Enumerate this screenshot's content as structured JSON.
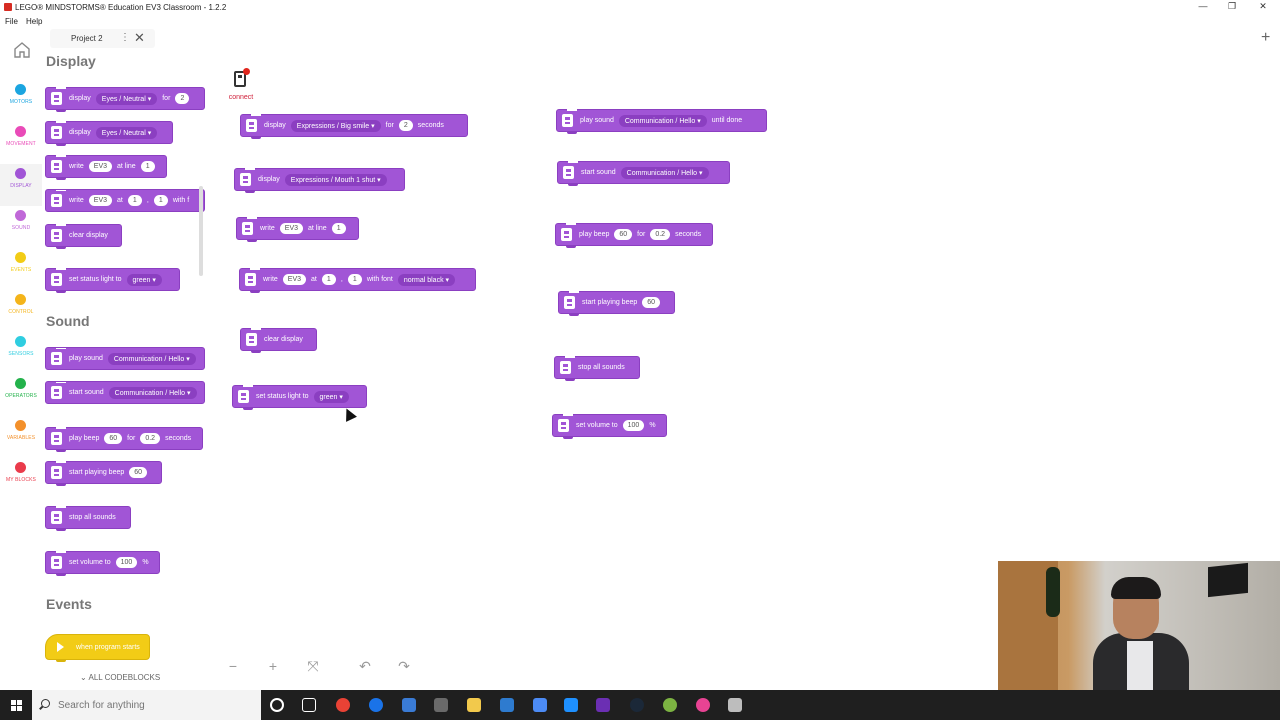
{
  "window": {
    "title": "LEGO® MINDSTORMS® Education EV3 Classroom - 1.2.2",
    "minimize": "—",
    "restore": "❐",
    "close": "✕"
  },
  "menu": {
    "file": "File",
    "help": "Help"
  },
  "tab": {
    "name": "Project 2",
    "dots": "⋮",
    "close": "✕",
    "add": "+"
  },
  "categories": [
    {
      "label": "MOTORS",
      "color": "#1ba5e0"
    },
    {
      "label": "MOVEMENT",
      "color": "#e94bb8"
    },
    {
      "label": "DISPLAY",
      "color": "#a155d6"
    },
    {
      "label": "SOUND",
      "color": "#c068d8"
    },
    {
      "label": "EVENTS",
      "color": "#f2cc16"
    },
    {
      "label": "CONTROL",
      "color": "#f4b41a"
    },
    {
      "label": "SENSORS",
      "color": "#2fcde0"
    },
    {
      "label": "OPERATORS",
      "color": "#23b24b"
    },
    {
      "label": "VARIABLES",
      "color": "#f3902b"
    },
    {
      "label": "MY BLOCKS",
      "color": "#ea3b4b"
    }
  ],
  "palette": {
    "display_title": "Display",
    "sound_title": "Sound",
    "events_title": "Events",
    "all_codeblocks": "ALL CODEBLOCKS",
    "blocks": {
      "display_for": {
        "t1": "display",
        "dd": "Eyes / Neutral",
        "t2": "for",
        "n": "2"
      },
      "display": {
        "t1": "display",
        "dd": "Eyes / Neutral"
      },
      "write_line": {
        "t1": "write",
        "n1": "EV3",
        "t2": "at line",
        "n2": "1"
      },
      "write_xy": {
        "t1": "write",
        "n1": "EV3",
        "t2": "at",
        "n2": "1",
        "t3": ",",
        "n3": "1",
        "t4": "with f"
      },
      "clear": {
        "t1": "clear display"
      },
      "status": {
        "t1": "set status light to",
        "dd": "green"
      },
      "play_sound": {
        "t1": "play sound",
        "dd": "Communication / Hello"
      },
      "start_sound": {
        "t1": "start sound",
        "dd": "Communication / Hello"
      },
      "play_beep": {
        "t1": "play beep",
        "n1": "60",
        "t2": "for",
        "n2": "0.2",
        "t3": "seconds"
      },
      "start_beep": {
        "t1": "start playing beep",
        "n1": "60"
      },
      "stop": {
        "t1": "stop all sounds"
      },
      "volume": {
        "t1": "set volume to",
        "n1": "100",
        "t2": "%"
      },
      "when_start": {
        "t1": "when program starts"
      }
    }
  },
  "canvas": {
    "connect_label": "connect",
    "blocks": {
      "display_for": {
        "t1": "display",
        "dd": "Expressions / Big smile",
        "t2": "for",
        "n": "2",
        "t3": "seconds"
      },
      "display": {
        "t1": "display",
        "dd": "Expressions / Mouth 1 shut"
      },
      "write_line": {
        "t1": "write",
        "n1": "EV3",
        "t2": "at line",
        "n2": "1"
      },
      "write_xy": {
        "t1": "write",
        "n1": "EV3",
        "t2": "at",
        "n2": "1",
        "t3": ",",
        "n3": "1",
        "t4": "with font",
        "dd": "normal black"
      },
      "clear": {
        "t1": "clear display"
      },
      "status": {
        "t1": "set status light to",
        "dd": "green"
      },
      "play_sound": {
        "t1": "play sound",
        "dd": "Communication / Hello",
        "t2": "until done"
      },
      "start_sound": {
        "t1": "start sound",
        "dd": "Communication / Hello"
      },
      "play_beep": {
        "t1": "play beep",
        "n1": "60",
        "t2": "for",
        "n2": "0.2",
        "t3": "seconds"
      },
      "start_beep": {
        "t1": "start playing beep",
        "n1": "60"
      },
      "stop": {
        "t1": "stop all sounds"
      },
      "volume": {
        "t1": "set volume to",
        "n1": "100",
        "t2": "%"
      }
    }
  },
  "toolbar": {
    "zoom_out": "−",
    "zoom_in": "+",
    "fit": "⤧",
    "undo": "↶",
    "redo": "↷"
  },
  "taskbar": {
    "search_placeholder": "Search for anything",
    "icons": [
      "#e94235",
      "#1a73e8",
      "#3a7bd5",
      "#6a6a6a",
      "#f2c94c",
      "#2e7bcf",
      "#4c8bf5",
      "#1e90ff",
      "#6b2fb3",
      "#1b2838",
      "#7cb342",
      "#e84393",
      "#bdbdbd",
      "#e53935"
    ]
  }
}
